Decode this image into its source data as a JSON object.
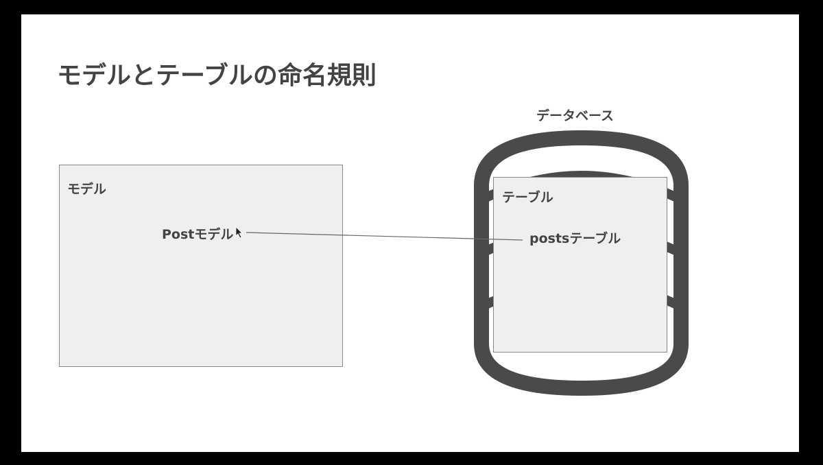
{
  "slide": {
    "title": "モデルとテーブルの命名規則"
  },
  "model": {
    "box_label": "モデル",
    "item_label": "Postモデル"
  },
  "database": {
    "caption": "データベース",
    "table_box_label": "テーブル",
    "item_label": "postsテーブル"
  },
  "colors": {
    "background_frame": "#000000",
    "slide_bg": "#ffffff",
    "text": "#434343",
    "box_fill": "#efefef",
    "box_border": "#888888",
    "cylinder_stroke": "#4a4a4a",
    "connector": "#666666"
  },
  "connector": {
    "from": "Postモデル",
    "to": "postsテーブル"
  }
}
